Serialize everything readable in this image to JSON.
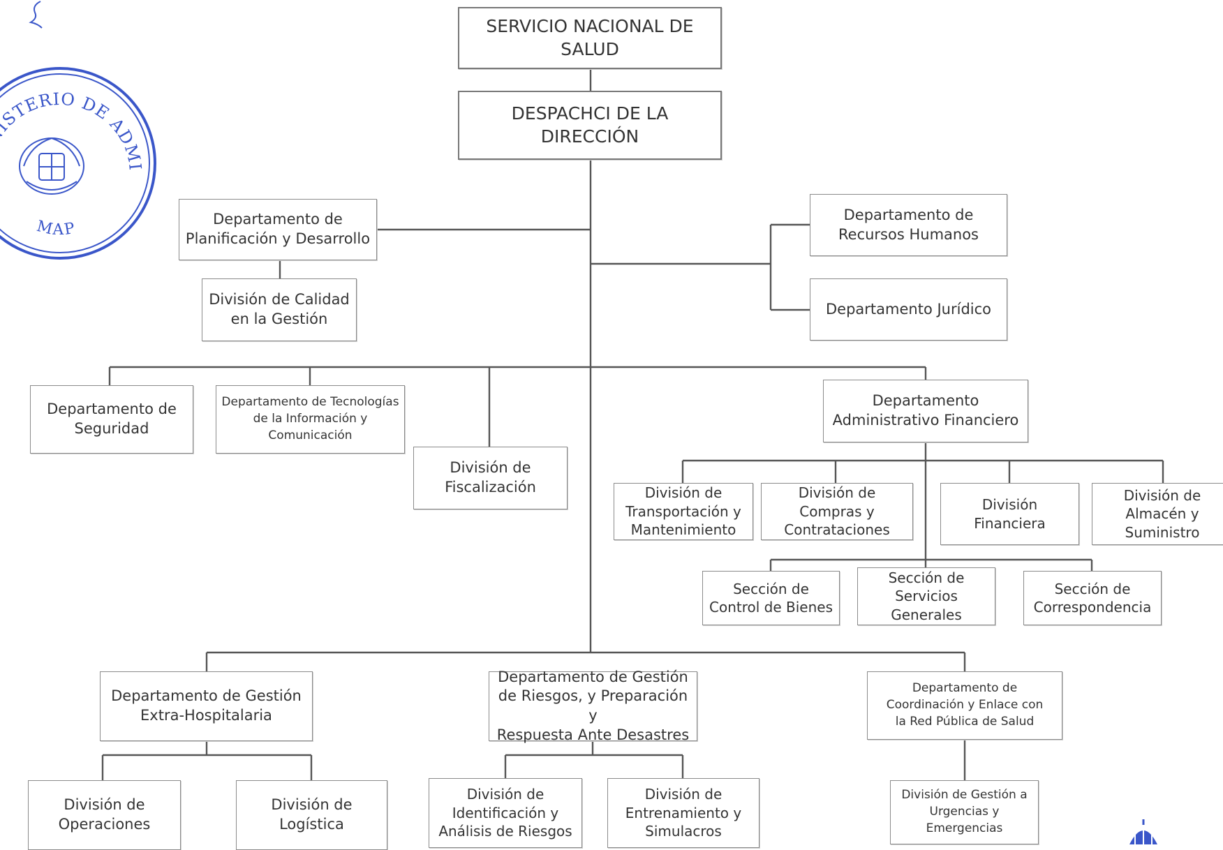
{
  "stamp": {
    "text_top": "MINISTERIO DE ADMINISTRACIÓN PÚBLICA",
    "text_bottom": "MAP",
    "color": "#3a56c9"
  },
  "nodes": {
    "root": "SERVICIO NACIONAL DE\nSALUD",
    "despacho": "DESPACHCI DE LA\nDIRECCIÓN",
    "planificacion": "Departamento de\nPlanificación y Desarrollo",
    "calidad": "División de Calidad\nen la Gestión",
    "rrhh": "Departamento de\nRecursos Humanos",
    "juridico": "Departamento Jurídico",
    "seguridad": "Departamento de\nSeguridad",
    "tic": "Departamento de Tecnologías\nde la Información y\nComunicación",
    "fiscalizacion": "División de\nFiscalización",
    "admin_fin": "Departamento\nAdministrativo Financiero",
    "transportacion": "División de\nTransportación y\nMantenimiento",
    "compras": "División de\nCompras y\nContrataciones",
    "financiera": "División Financiera",
    "almacen": "División de\nAlmacén y\nSuministro",
    "control_bienes": "Sección de\nControl de Bienes",
    "servicios_generales": "Sección de\nServicios\nGenerales",
    "correspondencia": "Sección de\nCorrespondencia",
    "extra_hospitalaria": "Departamento de Gestión\nExtra-Hospitalaria",
    "riesgos": "Departamento de Gestión\nde Riesgos, y Preparación y\nRespuesta Ante Desastres",
    "coordinacion": "Departamento de\nCoordinación y Enlace con\nla Red Pública de Salud",
    "operaciones": "División de\nOperaciones",
    "logistica": "División de\nLogística",
    "identificacion": "División de\nIdentificación y\nAnálisis de Riesgos",
    "entrenamiento": "División de\nEntrenamiento y\nSimulacros",
    "urgencias": "División de Gestión a\nUrgencias y\nEmergencias"
  }
}
